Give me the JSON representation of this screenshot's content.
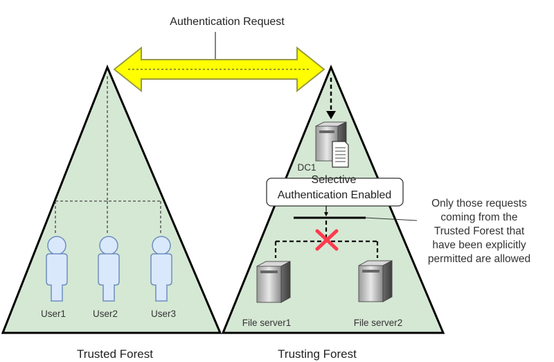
{
  "title": "Authentication Request",
  "forests": {
    "trusted": {
      "label": "Trusted Forest"
    },
    "trusting": {
      "label": "Trusting Forest"
    }
  },
  "users": [
    {
      "label": "User1"
    },
    {
      "label": "User2"
    },
    {
      "label": "User3"
    }
  ],
  "dc": {
    "label": "DC1"
  },
  "selective_box": {
    "line1": "Selective",
    "line2": "Authentication Enabled"
  },
  "file_servers": [
    {
      "label": "File server1"
    },
    {
      "label": "File server2"
    }
  ],
  "note": {
    "lines": [
      "Only those requests",
      "coming from the",
      "Trusted Forest that",
      "have been explicitly",
      "permitted are allowed"
    ]
  },
  "colors": {
    "forest_fill": "#d5e8d4",
    "arrow_fill": "#ffff00",
    "arrow_stroke": "#aaaa33",
    "user_fill": "#dae8fc",
    "user_stroke": "#6c8ebf",
    "blocked_x": "#ff3b4d"
  }
}
